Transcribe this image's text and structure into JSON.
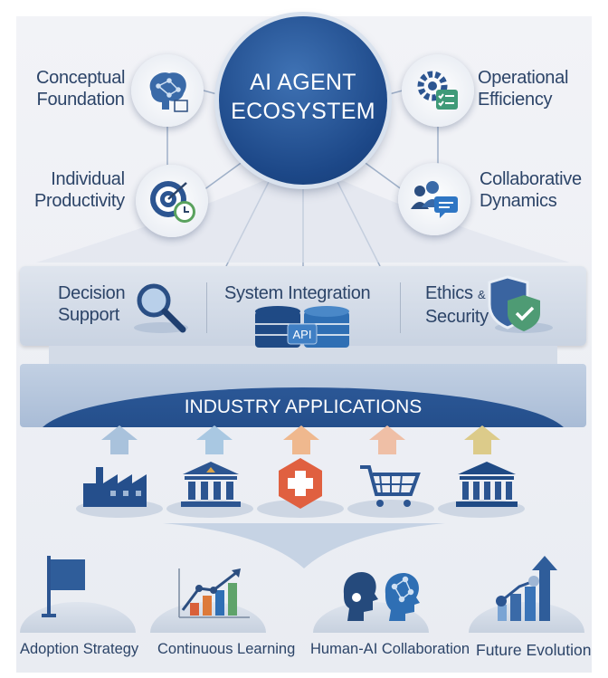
{
  "hub": {
    "line1": "AI AGENT",
    "line2": "ECOSYSTEM"
  },
  "satellites": {
    "conceptual": {
      "line1": "Conceptual",
      "line2": "Foundation",
      "icon": "brain-circuit-icon"
    },
    "operational": {
      "line1": "Operational",
      "line2": "Efficiency",
      "icon": "gear-checklist-icon"
    },
    "individual": {
      "line1": "Individual",
      "line2": "Productivity",
      "icon": "target-clock-icon"
    },
    "collaborative": {
      "line1": "Collaborative",
      "line2": "Dynamics",
      "icon": "team-chat-icon"
    }
  },
  "capabilities": {
    "decision": {
      "line1": "Decision",
      "line2": "Support",
      "icon": "magnifier-icon"
    },
    "integration": {
      "label": "System Integration",
      "api": "API",
      "icon": "database-api-icon"
    },
    "ethics": {
      "line1": "Ethics",
      "amp": "&",
      "line2": "Security",
      "icon": "shield-check-icon"
    }
  },
  "industry": {
    "title": "INDUSTRY APPLICATIONS",
    "sectors": [
      "factory-icon",
      "government-building-icon",
      "healthcare-cross-icon",
      "shopping-cart-icon",
      "bank-icon"
    ],
    "arrow_colors": [
      "#a9c2dc",
      "#a9c8e2",
      "#efb88e",
      "#efbfa6",
      "#dccb8a"
    ]
  },
  "bottom": [
    {
      "label": "Adoption Strategy",
      "icon": "flag-icon"
    },
    {
      "label": "Continuous Learning",
      "icon": "growth-chart-icon"
    },
    {
      "label": "Human-AI Collaboration",
      "icon": "human-ai-heads-icon"
    },
    {
      "label": "Future Evolution",
      "icon": "rising-bars-icon"
    }
  ]
}
